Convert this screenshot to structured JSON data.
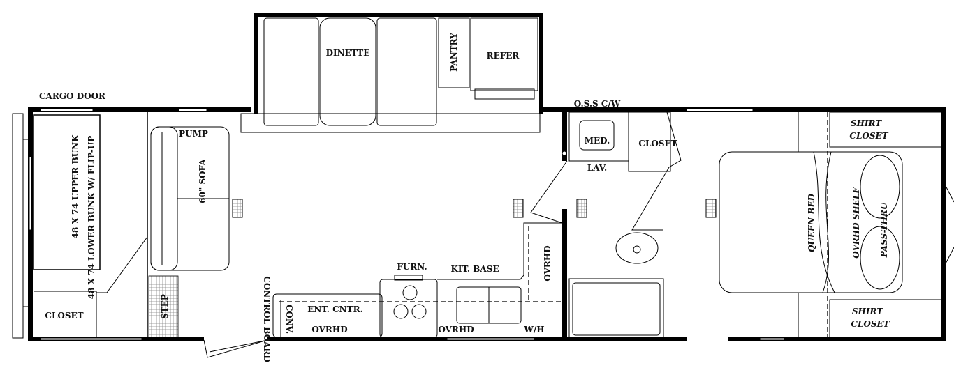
{
  "labels": {
    "cargo_door": "CARGO DOOR",
    "bunk": "48 X 74 UPPER BUNK",
    "lower_bunk": "48 X 74 LOWER BUNK W/ FLIP-UP",
    "closet_left": "CLOSET",
    "step": "STEP",
    "pump": "PUMP",
    "sofa": "60\" SOFA",
    "dinette": "DINETTE",
    "pantry": "PANTRY",
    "refer": "REFER",
    "control_board": "CONTROL BOARD",
    "conv": "CONV.",
    "ent_cntr": "ENT. CNTR.",
    "ovrhd_ent": "OVRHD",
    "furn": "FURN.",
    "kit_base": "KIT. BASE",
    "ovrhd_sink": "OVRHD",
    "wh": "W/H",
    "ovrhd_side": "OVRHD",
    "oss_cw": "O.S.S C/W",
    "med": "MED.",
    "lav": "LAV.",
    "closet_bath": "CLOSET",
    "queen_bed": "QUEEN BED",
    "ovrhd_shelf": "OVRHD SHELF",
    "pass_thru": "PASS-THRU",
    "shirt_closet_top_1": "SHIRT",
    "shirt_closet_top_2": "CLOSET",
    "shirt_closet_bottom_1": "SHIRT",
    "shirt_closet_bottom_2": "CLOSET"
  }
}
